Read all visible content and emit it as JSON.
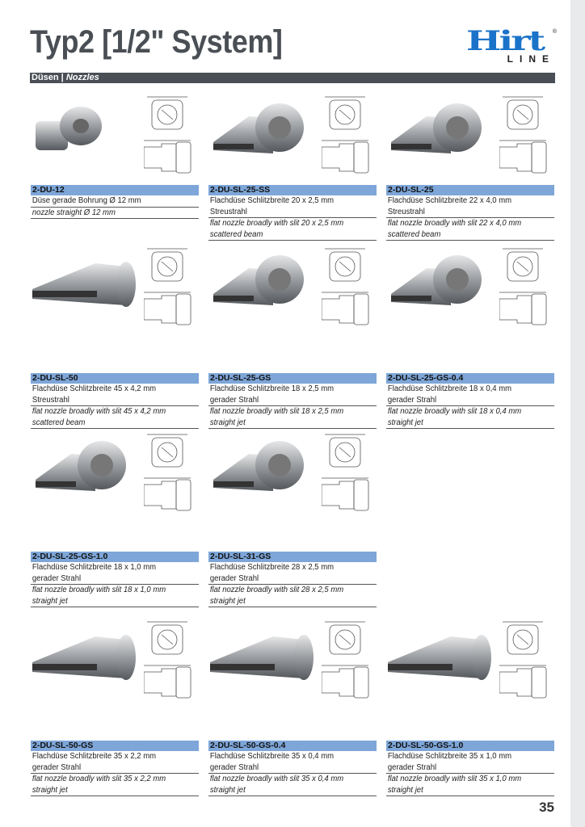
{
  "header": {
    "title": "Typ2 [1/2\" System]",
    "logo_text": "Hirt",
    "logo_sub": "LINE",
    "section_de": "Düsen",
    "section_sep": " | ",
    "section_en": "Nozzles"
  },
  "products": [
    {
      "code": "2-DU-12",
      "de": [
        "Düse gerade Bohrung Ø 12 mm"
      ],
      "en": [
        "nozzle straight Ø 12 mm"
      ],
      "kind": "round"
    },
    {
      "code": "2-DU-SL-25-SS",
      "de": [
        "Flachdüse Schlitzbreite 20 x 2,5 mm",
        "Streustrahl"
      ],
      "en": [
        "flat nozzle broadly with slit 20 x 2,5 mm",
        "scattered beam"
      ],
      "kind": "flat"
    },
    {
      "code": "2-DU-SL-25",
      "de": [
        "Flachdüse Schlitzbreite 22 x 4,0 mm",
        "Streustrahl"
      ],
      "en": [
        "flat nozzle broadly with slit 22 x 4,0 mm",
        "scattered beam"
      ],
      "kind": "flat"
    },
    {
      "code": "2-DU-SL-50",
      "de": [
        "Flachdüse Schlitzbreite 45 x 4,2 mm",
        "Streustrahl"
      ],
      "en": [
        "flat nozzle broadly with slit 45 x 4,2 mm",
        "scattered beam"
      ],
      "kind": "wide"
    },
    {
      "code": "2-DU-SL-25-GS",
      "de": [
        "Flachdüse Schlitzbreite 18 x 2,5 mm",
        "gerader Strahl"
      ],
      "en": [
        "flat nozzle broadly with slit 18 x 2,5 mm",
        "straight jet"
      ],
      "kind": "flat"
    },
    {
      "code": "2-DU-SL-25-GS-0.4",
      "de": [
        "Flachdüse Schlitzbreite 18 x 0,4 mm",
        "gerader Strahl"
      ],
      "en": [
        "flat nozzle broadly with slit 18 x 0,4 mm",
        "straight jet"
      ],
      "kind": "flat"
    },
    {
      "code": "2-DU-SL-25-GS-1.0",
      "de": [
        "Flachdüse Schlitzbreite 18 x 1,0 mm",
        "gerader Strahl"
      ],
      "en": [
        "flat nozzle broadly with slit 18 x 1,0 mm",
        "straight jet"
      ],
      "kind": "flat"
    },
    {
      "code": "2-DU-SL-31-GS",
      "de": [
        "Flachdüse Schlitzbreite 28 x 2,5 mm",
        "gerader Strahl"
      ],
      "en": [
        "flat nozzle broadly with slit 28 x 2,5 mm",
        "straight jet"
      ],
      "kind": "flat"
    },
    {
      "code": "2-DU-SL-50-GS",
      "de": [
        "Flachdüse Schlitzbreite 35 x 2,2 mm",
        "gerader Strahl"
      ],
      "en": [
        "flat nozzle broadly with slit 35 x 2,2 mm",
        "straight jet"
      ],
      "kind": "wide"
    },
    {
      "code": "2-DU-SL-50-GS-0.4",
      "de": [
        "Flachdüse Schlitzbreite 35 x 0,4 mm",
        "gerader Strahl"
      ],
      "en": [
        "flat nozzle broadly with slit 35 x 0,4 mm",
        "straight jet"
      ],
      "kind": "wide"
    },
    {
      "code": "2-DU-SL-50-GS-1.0",
      "de": [
        "Flachdüse Schlitzbreite 35 x 1,0 mm",
        "gerader Strahl"
      ],
      "en": [
        "flat nozzle broadly with slit 35 x 1,0 mm",
        "straight jet"
      ],
      "kind": "wide"
    }
  ],
  "footer": {
    "page_number": "35"
  },
  "colors": {
    "header_bar": "#4a4f55",
    "product_bar": "#7ea6d8",
    "logo": "#1a73c8"
  }
}
